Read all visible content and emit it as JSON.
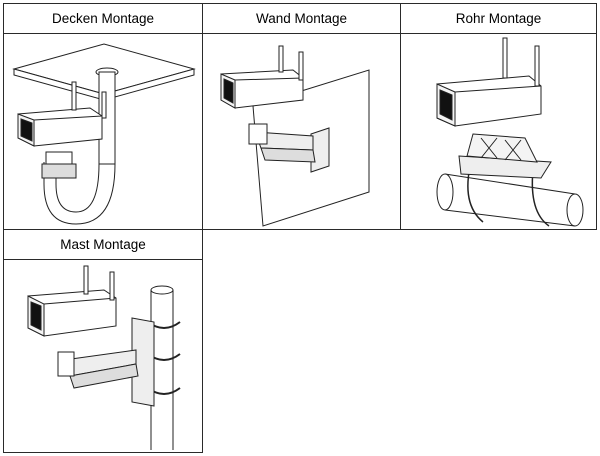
{
  "mounts": [
    {
      "title": "Decken Montage"
    },
    {
      "title": "Wand Montage"
    },
    {
      "title": "Rohr Montage"
    },
    {
      "title": "Mast Montage"
    }
  ]
}
